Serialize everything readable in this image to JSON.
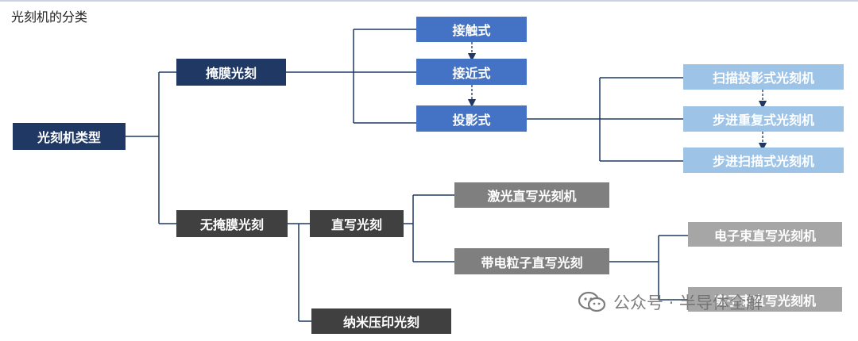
{
  "title": "光刻机的分类",
  "nodes": {
    "root": "光刻机类型",
    "mask": "掩膜光刻",
    "maskless": "无掩膜光刻",
    "contact": "接触式",
    "proximity": "接近式",
    "projection": "投影式",
    "scan_projection": "扫描投影式光刻机",
    "step_repeat": "步进重复式光刻机",
    "step_scan": "步进扫描式光刻机",
    "direct_write": "直写光刻",
    "nanoimprint": "纳米压印光刻",
    "laser_direct": "激光直写光刻机",
    "particle_direct": "带电粒子直写光刻",
    "ebeam": "电子束直写光刻机",
    "ion": "离子束直写光刻机"
  },
  "watermark": "公众号 · 半导体全解",
  "colors": {
    "navy": "#1f3864",
    "blue": "#4472c4",
    "light_blue": "#9dc3e6",
    "dark_gray": "#404040",
    "gray": "#7f7f7f",
    "light_gray": "#a6a6a6",
    "line": "#1f3864"
  }
}
